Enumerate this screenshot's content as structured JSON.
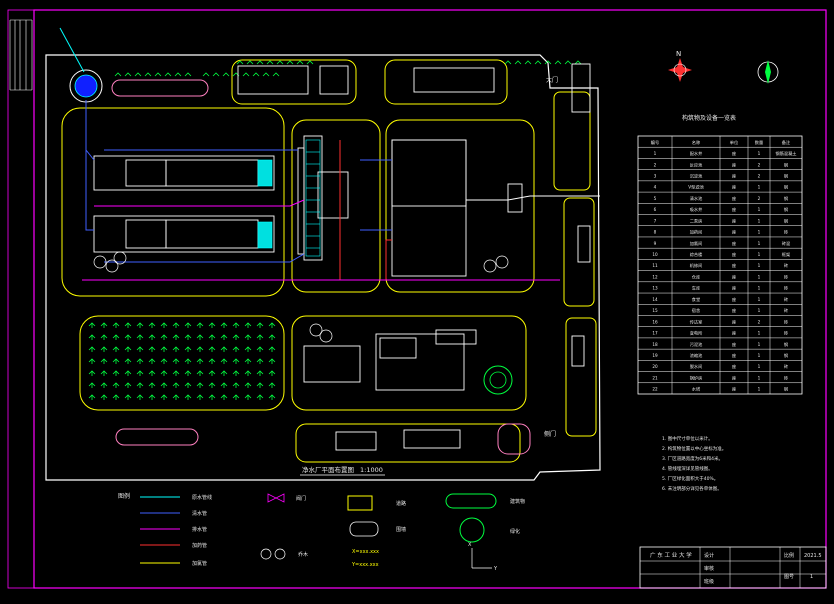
{
  "title_block": {
    "university": "广 东 工 业 大 学",
    "role_design": "设计",
    "role_check": "审核",
    "role_class": "班级",
    "drawing_no": "图号",
    "sheet": "1",
    "date_value": "2021.5",
    "scale_label": "比例"
  },
  "plan_title": "净水厂平面布置图",
  "plan_scale": "1:1000",
  "gates": {
    "gate1": "大门",
    "gate2": "侧门"
  },
  "table": {
    "title": "构筑物及设备一览表",
    "headers": [
      "编号",
      "名称",
      "单位",
      "数量",
      "备注"
    ],
    "rows": [
      [
        "1",
        "配水井",
        "座",
        "1",
        "钢筋混凝土"
      ],
      [
        "2",
        "反应池",
        "座",
        "2",
        "钢"
      ],
      [
        "3",
        "沉淀池",
        "座",
        "2",
        "钢"
      ],
      [
        "4",
        "V型滤池",
        "座",
        "1",
        "钢"
      ],
      [
        "5",
        "清水池",
        "座",
        "2",
        "钢"
      ],
      [
        "6",
        "吸水井",
        "座",
        "1",
        "钢"
      ],
      [
        "7",
        "二泵房",
        "座",
        "1",
        "钢"
      ],
      [
        "8",
        "加药间",
        "座",
        "1",
        "砖"
      ],
      [
        "9",
        "加氯间",
        "座",
        "1",
        "砖混"
      ],
      [
        "10",
        "综合楼",
        "座",
        "1",
        "框架"
      ],
      [
        "11",
        "机修间",
        "座",
        "1",
        "砖"
      ],
      [
        "12",
        "仓库",
        "座",
        "1",
        "砖"
      ],
      [
        "13",
        "车库",
        "座",
        "1",
        "砖"
      ],
      [
        "14",
        "食堂",
        "座",
        "1",
        "砖"
      ],
      [
        "15",
        "宿舍",
        "座",
        "1",
        "砖"
      ],
      [
        "16",
        "传达室",
        "座",
        "2",
        "砖"
      ],
      [
        "17",
        "变电所",
        "座",
        "1",
        "砖"
      ],
      [
        "18",
        "污泥池",
        "座",
        "1",
        "钢"
      ],
      [
        "19",
        "浓缩池",
        "座",
        "1",
        "钢"
      ],
      [
        "20",
        "脱水间",
        "座",
        "1",
        "砖"
      ],
      [
        "21",
        "锅炉房",
        "座",
        "1",
        "砖"
      ],
      [
        "22",
        "水塔",
        "座",
        "1",
        "钢"
      ]
    ]
  },
  "notes": [
    "1. 图中尺寸单位以米计。",
    "2. 构筑物位置以中心坐标为准。",
    "3. 厂区道路宽度为6米和4米。",
    "4. 管线埋深详见管线图。",
    "5. 厂区绿化面积大于40%。",
    "6. 未注明部分详见各单体图。"
  ],
  "legend": {
    "title": "图例",
    "items": [
      "原水管线",
      "清水管",
      "排水管",
      "加药管",
      "加氯管",
      "阀门",
      "道路",
      "围墙",
      "建筑物",
      "绿化",
      "乔木"
    ]
  },
  "labels": {
    "north": "N",
    "coord_x": "X=xxx.xxx",
    "coord_y": "Y=xxx.xxx",
    "axis_y": "Y",
    "axis_x": "X"
  },
  "colors": {
    "frame": "#ff00ff",
    "road": "#ffff00",
    "structure": "#00ffff",
    "pipe_blue": "#4060ff",
    "pipe_red": "#ff3030",
    "green": "#00ff40"
  }
}
